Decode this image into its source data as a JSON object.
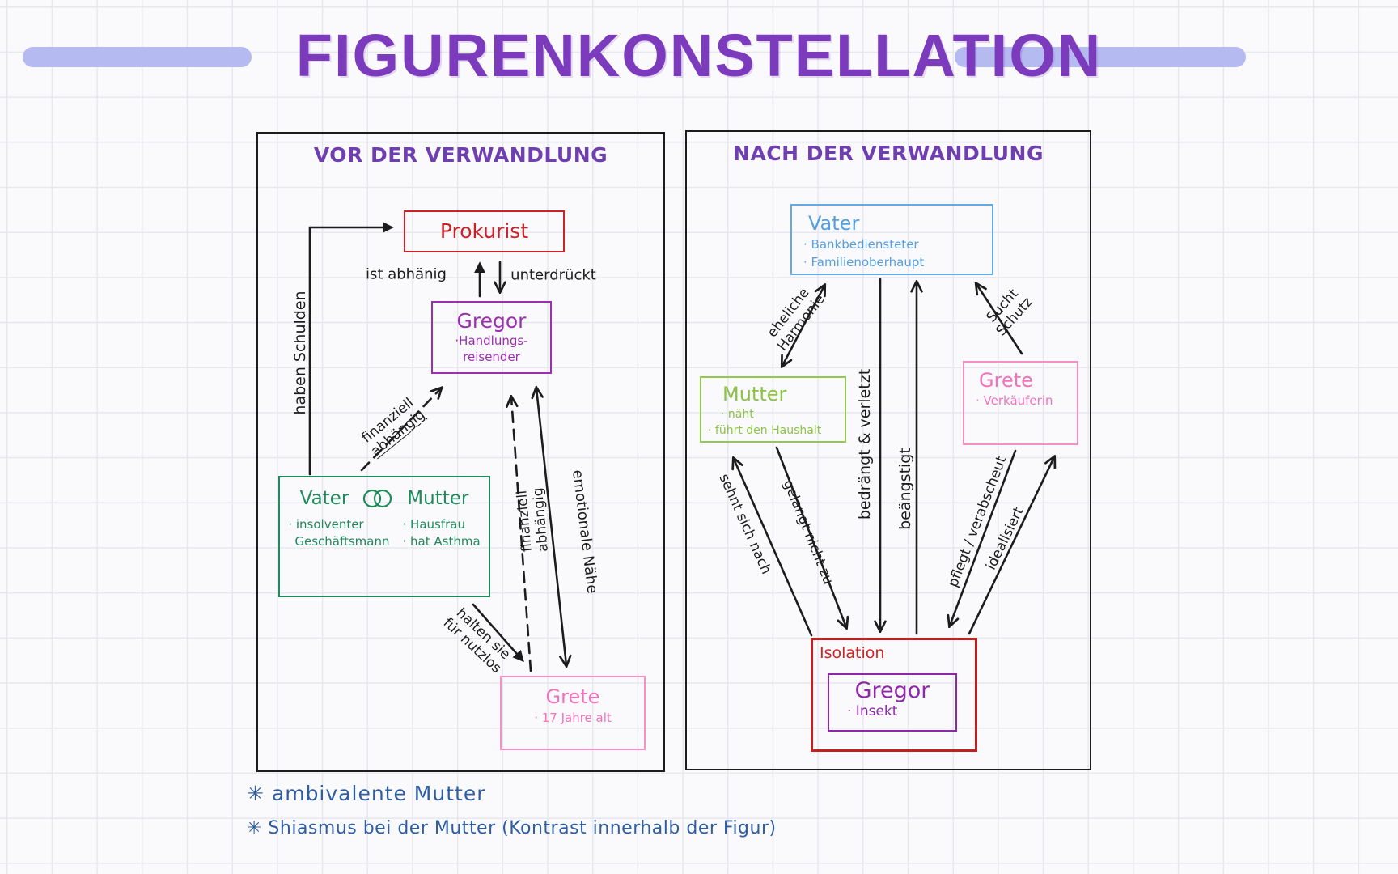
{
  "page": {
    "title": "FIGURENKONSTELLATION",
    "notes": {
      "line1": "✳ ambivalente Mutter",
      "line2": "✳ Shiasmus bei der Mutter (Kontrast innerhalb der Figur)"
    },
    "colors": {
      "accent_purple": "#7c3bbd",
      "pill_lavender": "#b5baf1",
      "ink_black": "#1c1c1c",
      "red": "#cc2127",
      "purple_box": "#9c2fb0",
      "green_dark": "#208a5c",
      "green_light": "#93c94e",
      "blue": "#62a9e5",
      "pink": "#f173bd",
      "note_blue": "#2e5ea1"
    }
  },
  "before": {
    "heading": "VOR DER VERWANDLUNG",
    "prokurist": {
      "name": "Prokurist"
    },
    "gregor": {
      "name": "Gregor",
      "details": [
        "·Handlungs-",
        "reisender"
      ]
    },
    "parents": {
      "father_name": "Vater",
      "mother_name": "Mutter",
      "father_details": [
        "· insolventer",
        "Geschäftsmann"
      ],
      "mother_details": [
        "· Hausfrau",
        "· hat Asthma"
      ]
    },
    "grete": {
      "name": "Grete",
      "details": [
        "· 17 Jahre alt"
      ]
    },
    "labels": {
      "haben_schulden": "haben Schulden",
      "ist_abhaenig": "ist abhänig",
      "unterdrueckt": "unterdrückt",
      "finanziell": "finanziell",
      "abhaengig": "abhängig",
      "emotionale_naehe": "emotionale Nähe",
      "halten_sie": "halten sie",
      "fuer_nutzlos": "für nutzlos"
    }
  },
  "after": {
    "heading": "NACH DER VERWANDLUNG",
    "vater": {
      "name": "Vater",
      "details": [
        "· Bankbediensteter",
        "· Familienoberhaupt"
      ]
    },
    "mutter": {
      "name": "Mutter",
      "details": [
        "· näht",
        "· führt den Haushalt"
      ]
    },
    "grete": {
      "name": "Grete",
      "details": [
        "· Verkäuferin"
      ]
    },
    "isolation_label": "Isolation",
    "gregor": {
      "name": "Gregor",
      "details": [
        "· Insekt"
      ]
    },
    "labels": {
      "eheliche": "eheliche",
      "harmonie": "Harmonie",
      "sucht": "Sucht",
      "schutz": "Schutz",
      "bedraengt_verletzt": "bedrängt & verletzt",
      "beaengstigt": "beängstigt",
      "sehnt_sich_nach": "sehnt sich nach",
      "gelangt_nicht_zu": "gelangt nicht zu",
      "pflegt_verabscheut": "pflegt / verabscheut",
      "idealisiert": "idealisiert"
    }
  }
}
